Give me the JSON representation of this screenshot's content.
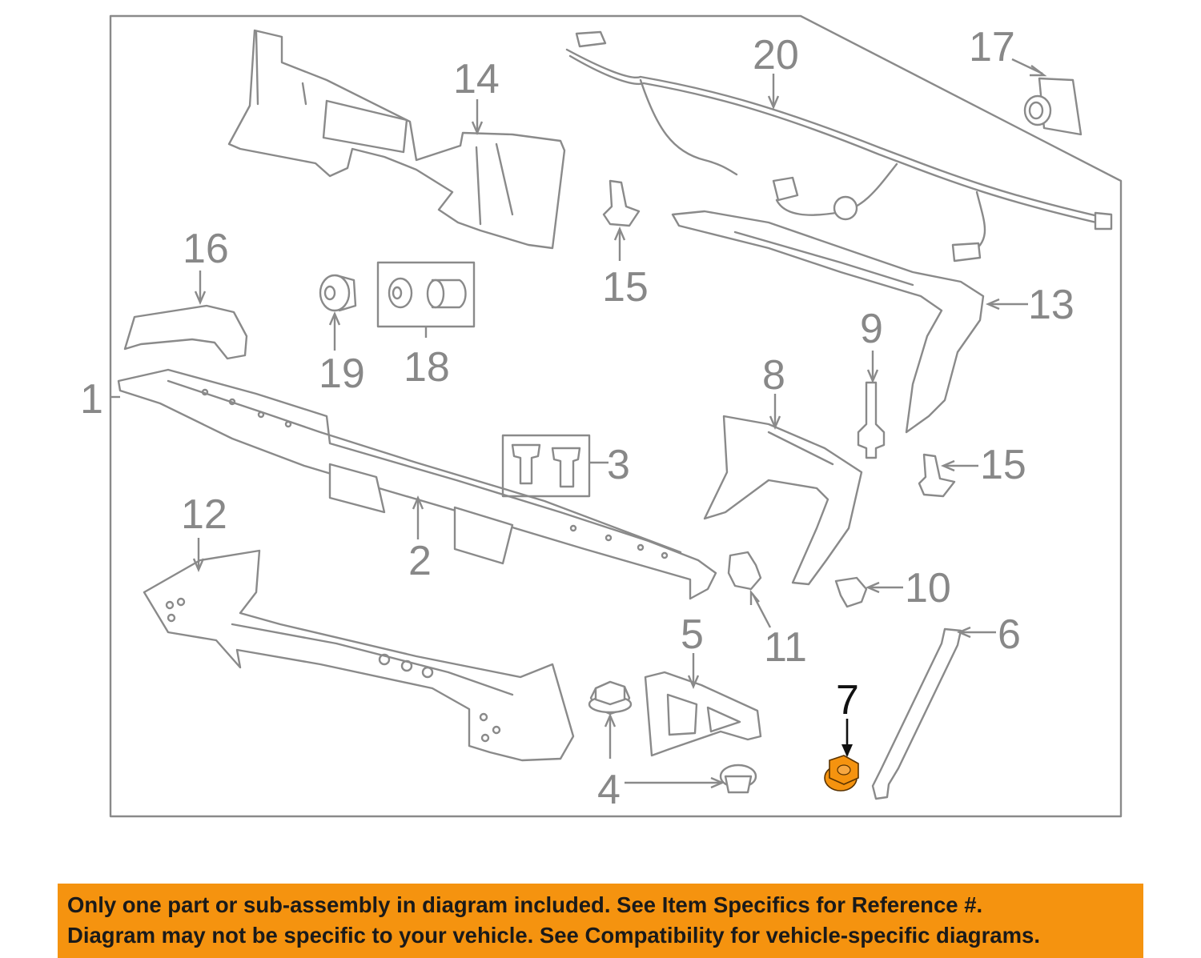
{
  "colors": {
    "line_art": "#8a8a8a",
    "highlight_part": "#f5930f",
    "highlight_label": "#111111",
    "notice_background": "#f5930f",
    "notice_text": "#1a1a1a"
  },
  "highlighted_callout": "7",
  "callouts": {
    "c1": "1",
    "c2": "2",
    "c3": "3",
    "c4": "4",
    "c5": "5",
    "c6": "6",
    "c7": "7",
    "c8": "8",
    "c9": "9",
    "c10": "10",
    "c11": "11",
    "c12": "12",
    "c13": "13",
    "c14": "14",
    "c15a": "15",
    "c15b": "15",
    "c16": "16",
    "c17": "17",
    "c18": "18",
    "c19": "19",
    "c20": "20"
  },
  "notice": {
    "line1": "Only one part or sub-assembly in diagram included. See Item Specifics for Reference #.",
    "line2": "Diagram may not be specific to your vehicle. See Compatibility for vehicle-specific diagrams."
  }
}
